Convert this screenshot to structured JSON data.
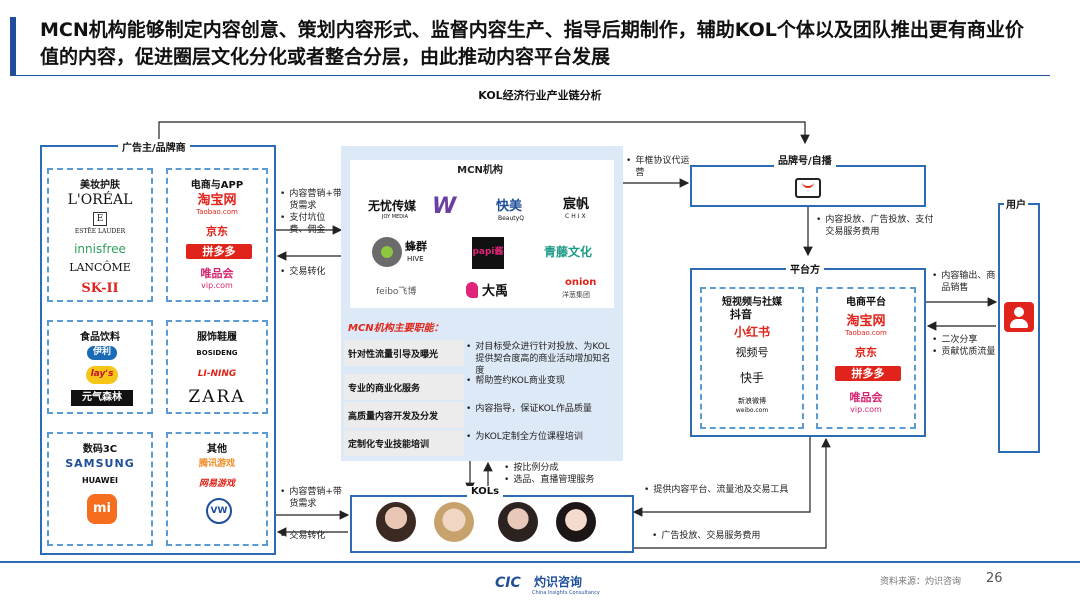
{
  "title": "MCN机构能够制定内容创意、策划内容形式、监督内容生产、指导后期制作，辅助KOL个体以及团队推出更有商业价值的内容，促进圈层文化分化或者整合分层，由此推动内容平台发展",
  "diagram_title": "KOL经济行业产业链分析",
  "advertisers": {
    "label": "广告主/品牌商",
    "beauty": {
      "label": "美妆护肤",
      "logos": [
        "L'ORÉAL",
        "ESTĒE LAUDER",
        "innisfree",
        "LANCÔME",
        "SK-II"
      ]
    },
    "ecommerce_app": {
      "label": "电商与APP",
      "logos": [
        "淘宝网",
        "Taobao.com",
        "京东",
        "拼多多",
        "唯品会",
        "vip.com"
      ]
    },
    "food": {
      "label": "食品饮料",
      "logos": [
        "伊利",
        "lay's",
        "元气森林"
      ]
    },
    "apparel": {
      "label": "服饰鞋履",
      "logos": [
        "BOSIDENG",
        "LI-NING",
        "ZARA"
      ]
    },
    "digital": {
      "label": "数码3C",
      "logos": [
        "SAMSUNG",
        "HUAWEI",
        "mi"
      ]
    },
    "other": {
      "label": "其他",
      "logos": [
        "腾讯游戏",
        "网易游戏",
        "VW"
      ]
    }
  },
  "left_notes_top": [
    "内容营销+带货需求",
    "支付坑位费、佣金",
    "交易转化"
  ],
  "left_notes_bottom": [
    "内容营销+带货需求",
    "交易转化"
  ],
  "mcn": {
    "label": "MCN机构",
    "logos": [
      "无忧传媒",
      "JOY MEDIA",
      "快美",
      "BeautyQ",
      "宸帆",
      "CHIX",
      "蜂群",
      "HIVE",
      "papi酱",
      "青藤文化",
      "feibo飞博",
      "大禹",
      "洋葱集团"
    ]
  },
  "mcn_duties": {
    "title": "MCN机构主要职能：",
    "rows": [
      {
        "head": "针对性流量引导及曝光",
        "desc": "对目标受众进行针对投放、为KOL提供契合度高的商业活动增加知名度"
      },
      {
        "head": "专业的商业化服务",
        "desc": "帮助签约KOL商业变现"
      },
      {
        "head": "高质量内容开发及分发",
        "desc": "内容指导，保证KOL作品质量"
      },
      {
        "head": "定制化专业技能培训",
        "desc": "为KOL定制全方位课程培训"
      }
    ]
  },
  "brand_self": {
    "label": "品牌号/自播"
  },
  "annual_note": "年框协议代运营",
  "brand_to_platform_note": "内容投放、广告投放、支付交易服务费用",
  "platform": {
    "label": "平台方",
    "short_video": {
      "label": "短视频与社媒",
      "logos": [
        "抖音",
        "小红书",
        "视频号",
        "快手",
        "新浪微博",
        "weibo.com"
      ]
    },
    "ecommerce": {
      "label": "电商平台",
      "logos": [
        "淘宝网",
        "Taobao.com",
        "京东",
        "拼多多",
        "唯品会",
        "vip.com"
      ]
    }
  },
  "user": {
    "label": "用户"
  },
  "platform_to_user_note": "内容输出、商品销售",
  "user_to_platform_note": [
    "二次分享",
    "贡献优质流量"
  ],
  "mcn_kol_notes": [
    "按比例分成",
    "选品、直播管理服务"
  ],
  "kols": {
    "label": "KOLs"
  },
  "platform_to_kol_note": "提供内容平台、流量池及交易工具",
  "kol_to_platform_note": "广告投放、交易服务费用",
  "footer": {
    "company": "灼识咨询",
    "company_en": "China Insights Consultancy",
    "source": "资料来源：灼识咨询",
    "page": "26"
  },
  "colors": {
    "accent": "#1f4e9a",
    "box_border": "#2b6cb5",
    "dash": "#5b9bd5",
    "brand_red": "#e0241b"
  }
}
